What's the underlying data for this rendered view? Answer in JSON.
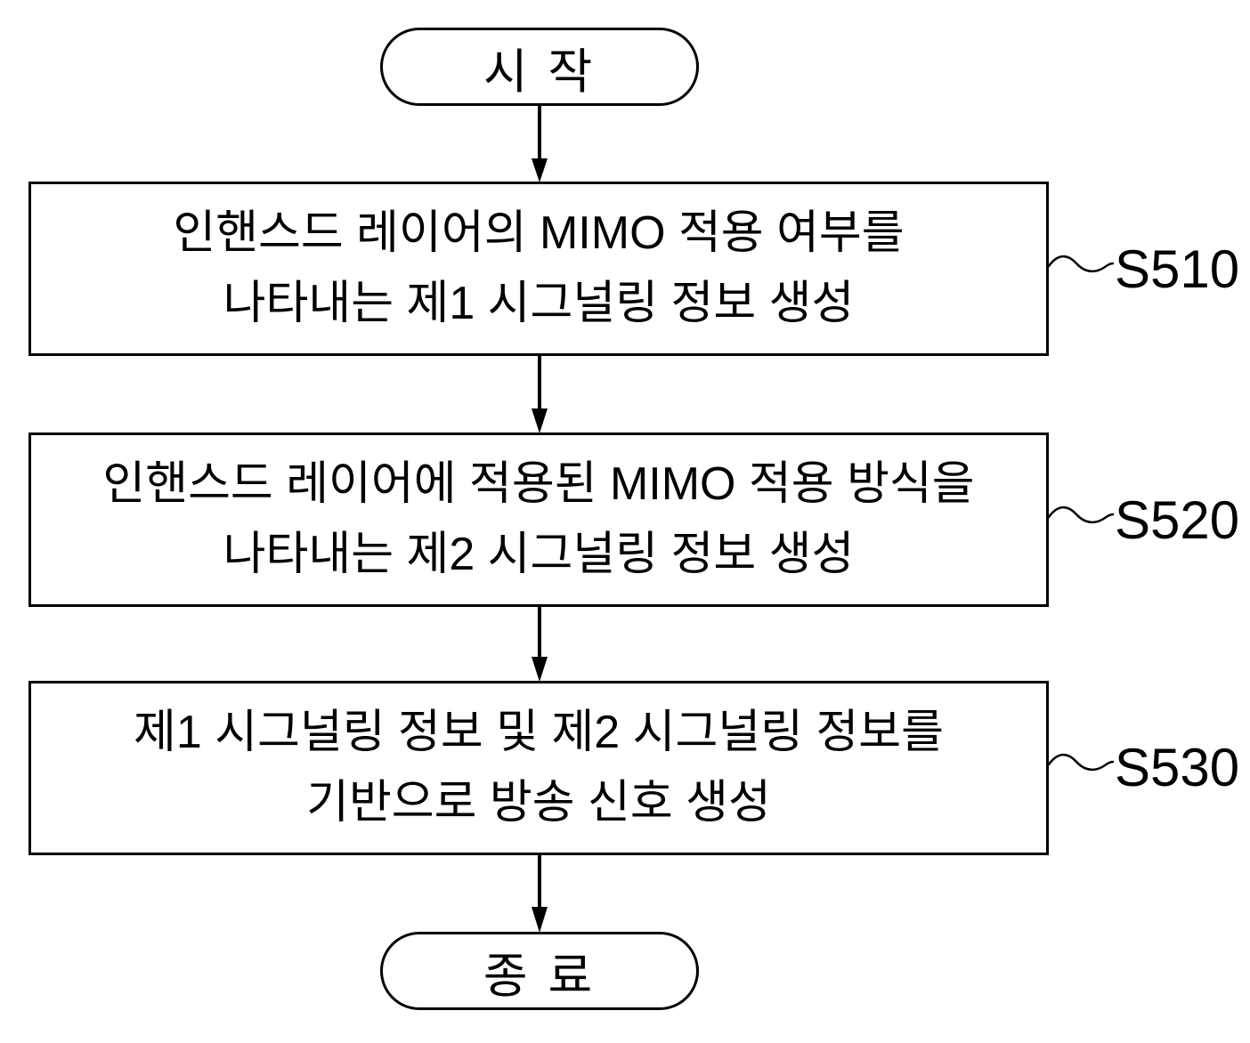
{
  "flowchart": {
    "start_label": "시 작",
    "end_label": "종 료",
    "steps": [
      {
        "id": "S510",
        "line1": "인핸스드 레이어의 MIMO 적용 여부를",
        "line2": "나타내는 제1 시그널링 정보 생성"
      },
      {
        "id": "S520",
        "line1": "인핸스드 레이어에 적용된 MIMO 적용 방식을",
        "line2": "나타내는 제2 시그널링 정보 생성"
      },
      {
        "id": "S530",
        "line1": "제1 시그널링 정보 및 제2 시그널링 정보를",
        "line2": "기반으로 방송 신호 생성"
      }
    ],
    "colors": {
      "stroke": "#000000",
      "text": "#000000",
      "background": "#ffffff"
    }
  }
}
